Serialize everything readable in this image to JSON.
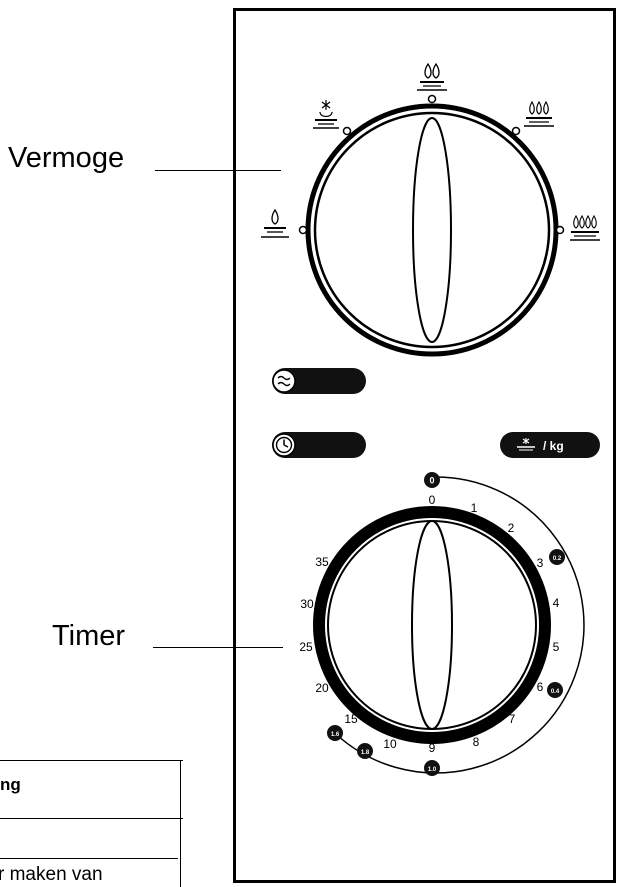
{
  "labels": {
    "vermogen": "Vermoge",
    "timer": "Timer"
  },
  "power_dial": {
    "icons": [
      "flame-1-icon",
      "defrost-icon",
      "flame-2-icon",
      "flame-3-icon",
      "flame-4-icon"
    ]
  },
  "buttons": {
    "grill_button": "grill-icon",
    "clock_button": "clock-icon",
    "weight_button_label": "/ kg"
  },
  "timer_dial": {
    "inner_ticks": [
      "0",
      "1",
      "2",
      "3",
      "4",
      "5",
      "6",
      "7",
      "8",
      "9",
      "10",
      "15",
      "20",
      "25",
      "30",
      "35"
    ],
    "outer_badges": [
      "0",
      "0.2",
      "0.4",
      "1.6",
      "1.0",
      "1.8"
    ]
  },
  "table": {
    "header": "ng",
    "row_text": "r maken van"
  }
}
